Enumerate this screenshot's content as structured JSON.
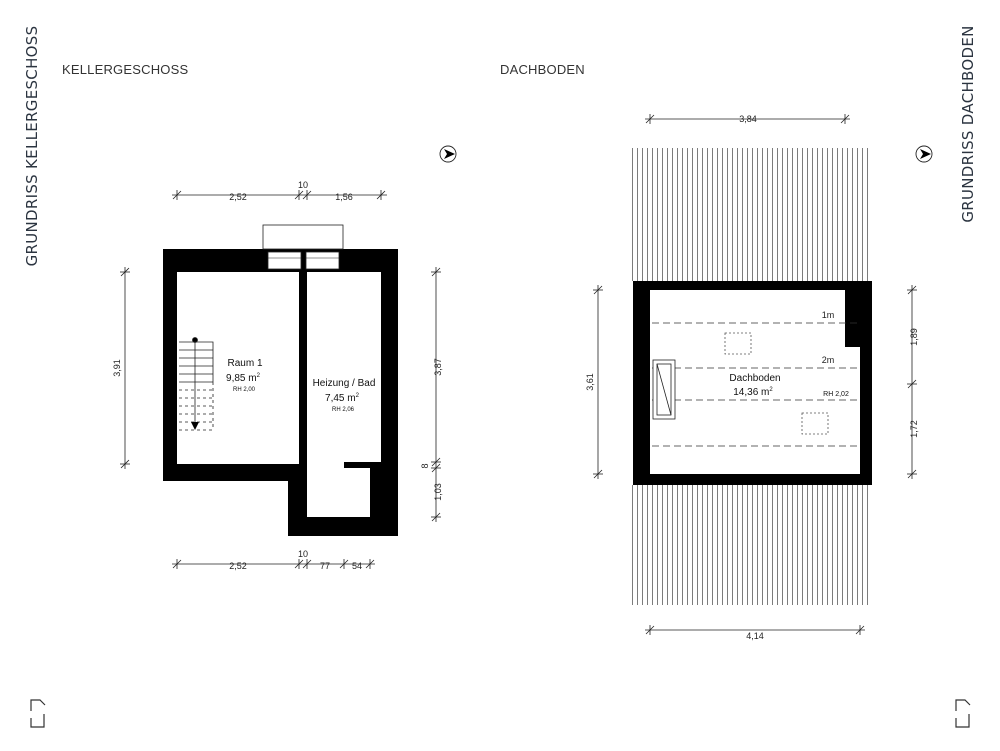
{
  "titles": {
    "left_vertical": "GRUNDRISS KELLERGESCHOSS",
    "right_vertical": "GRUNDRISS DACHBODEN",
    "left_section": "KELLERGESCHOSS",
    "right_section": "DACHBODEN"
  },
  "keller": {
    "rooms": [
      {
        "name": "Raum 1",
        "area": "9,85 m",
        "sup": "2",
        "rh": "RH 2,00"
      },
      {
        "name": "Heizung / Bad",
        "area": "7,45 m",
        "sup": "2",
        "rh": "RH 2,06"
      }
    ],
    "dims": {
      "top_left": "2,52",
      "top_mid": "10",
      "top_right": "1,56",
      "left": "3,91",
      "right": "3,87",
      "right_small": "1,03",
      "right_tiny": "8",
      "bottom_left": "2,52",
      "bottom_mid": "10",
      "bottom_a": "77",
      "bottom_b": "54"
    }
  },
  "dach": {
    "room": {
      "name": "Dachboden",
      "area": "14,36 m",
      "sup": "2",
      "rh": "RH 2,02"
    },
    "heights": {
      "h1": "1m",
      "h2": "2m"
    },
    "dims": {
      "top": "3,84",
      "bottom": "4,14",
      "left": "3,61",
      "right_top": "1,89",
      "right_bottom": "1,72"
    }
  },
  "icons": [
    "north-arrow-icon",
    "north-arrow-icon",
    "corner-bracket-icon",
    "corner-bracket-icon"
  ]
}
